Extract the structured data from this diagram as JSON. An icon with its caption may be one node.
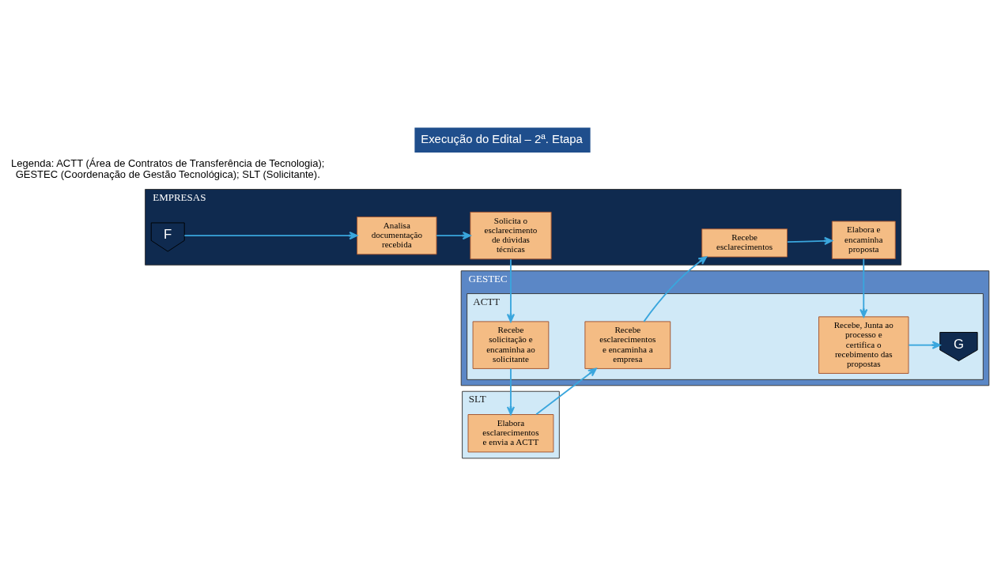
{
  "diagram": {
    "title": "Execução do Edital – 2ª. Etapa",
    "caption": "Legenda: ACTT (Área de Contratos de Transferência de Tecnologia); GESTEC (Coordenação de Gestão Tecnológica); SLT (Solicitante).",
    "nodes": [
      {
        "text": [
          "EMPRESAS"
        ]
      },
      {
        "text": [
          "F"
        ],
        "in": 0
      },
      {
        "text": [
          "Analisa documentação recebida"
        ],
        "in": 0
      },
      {
        "text": [
          "Solicita o esclarecimento de dúvidas técnicas"
        ],
        "in": 0
      },
      {
        "text": [
          "Recebe esclarecimentos"
        ],
        "in": 0
      },
      {
        "text": [
          "Elabora e encaminha proposta"
        ],
        "in": 0
      },
      {
        "text": [
          "GESTEC"
        ]
      },
      {
        "text": [
          "ACTT"
        ],
        "in": 6
      },
      {
        "text": [
          "Recebe solicitação e encaminha ao solicitante"
        ],
        "in": 7
      },
      {
        "text": [
          "Recebe esclarecimentos e encaminha a empresa"
        ],
        "in": 7
      },
      {
        "text": [
          "Recebe, Junta ao processo e certifica o recebimento das propostas"
        ],
        "in": 7
      },
      {
        "text": [
          "G"
        ],
        "in": 7
      },
      {
        "text": [
          "SLT"
        ]
      },
      {
        "text": [
          "Elabora esclarecimentos e envia a ACTT"
        ],
        "in": 12
      }
    ],
    "edges": [
      {
        "from": 1,
        "to": 2,
        "arrow": "to"
      },
      {
        "from": 2,
        "to": 3,
        "arrow": "to"
      },
      {
        "from": 3,
        "to": 8,
        "arrow": "to"
      },
      {
        "from": 8,
        "to": 13,
        "arrow": "to"
      },
      {
        "from": 13,
        "to": 9,
        "arrow": "to"
      },
      {
        "from": 9,
        "to": 4,
        "arrow": "to"
      },
      {
        "from": 4,
        "to": 5,
        "arrow": "to"
      },
      {
        "from": 5,
        "to": 10,
        "arrow": "to"
      },
      {
        "from": 10,
        "to": 11,
        "arrow": "to"
      }
    ]
  }
}
